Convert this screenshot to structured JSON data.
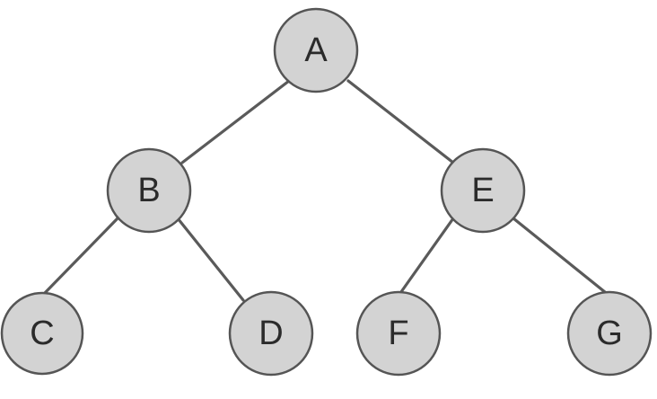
{
  "diagram": {
    "type": "binary-tree",
    "nodes": {
      "a": {
        "label": "A"
      },
      "b": {
        "label": "B"
      },
      "c": {
        "label": "C"
      },
      "d": {
        "label": "D"
      },
      "e": {
        "label": "E"
      },
      "f": {
        "label": "F"
      },
      "g": {
        "label": "G"
      }
    },
    "edges": [
      {
        "from": "A",
        "to": "B"
      },
      {
        "from": "A",
        "to": "E"
      },
      {
        "from": "B",
        "to": "C"
      },
      {
        "from": "B",
        "to": "D"
      },
      {
        "from": "E",
        "to": "F"
      },
      {
        "from": "E",
        "to": "G"
      }
    ],
    "colors": {
      "node_fill": "#d3d3d3",
      "node_stroke": "#555555",
      "edge": "#5a5a5a",
      "label": "#2b2b2b"
    }
  }
}
